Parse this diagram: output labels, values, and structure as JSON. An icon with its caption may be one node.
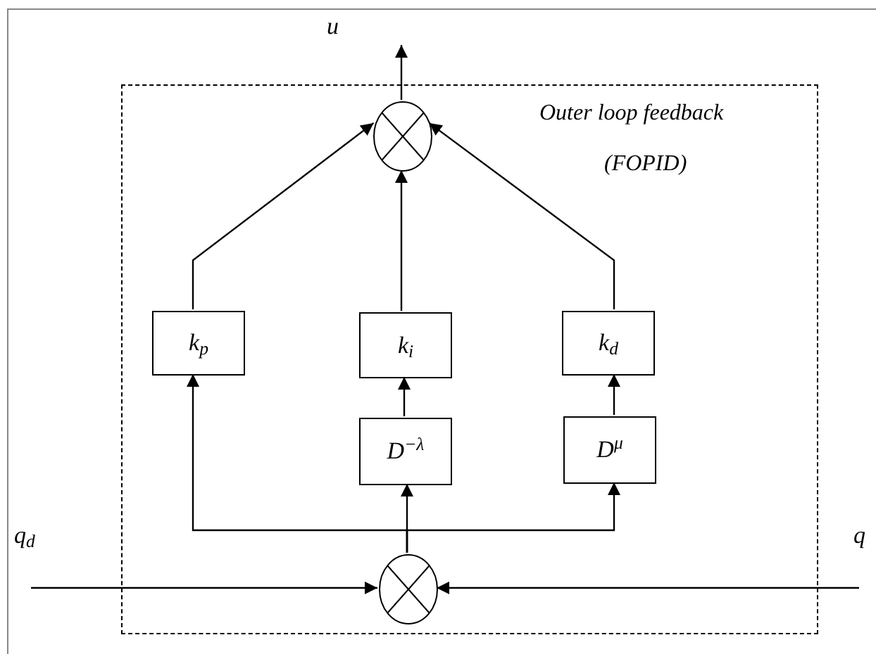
{
  "diagram": {
    "nodes": [
      {
        "text": [
          "Outer loop feedback",
          "(FOPID)"
        ]
      },
      {
        "text": [],
        "shape": "circle",
        "in": 0
      },
      {
        "text": [
          "k$_{p}$"
        ],
        "in": 0
      },
      {
        "text": [
          "k$_{i}$"
        ],
        "in": 0
      },
      {
        "text": [
          "k$_{d}$"
        ],
        "in": 0
      },
      {
        "text": [
          "D$^{−λ}$"
        ],
        "in": 0
      },
      {
        "text": [
          "D$^{μ}$"
        ],
        "in": 0
      },
      {
        "text": [],
        "shape": "circle",
        "in": 0
      },
      {
        "text": [
          "u"
        ]
      },
      {
        "text": [
          "q$_{d}$"
        ]
      },
      {
        "text": [
          "q"
        ]
      }
    ],
    "edges": [
      {
        "from": 1,
        "to": 8,
        "arrow": "to"
      },
      {
        "from": 2,
        "to": 1,
        "arrow": "to"
      },
      {
        "from": 3,
        "to": 1,
        "arrow": "to"
      },
      {
        "from": 4,
        "to": 1,
        "arrow": "to"
      },
      {
        "from": 5,
        "to": 3,
        "arrow": "to"
      },
      {
        "from": 6,
        "to": 4,
        "arrow": "to"
      },
      {
        "from": 7,
        "to": 2,
        "arrow": "to"
      },
      {
        "from": 7,
        "to": 5,
        "arrow": "to"
      },
      {
        "from": 7,
        "to": 6,
        "arrow": "to"
      },
      {
        "from": 9,
        "to": 7,
        "arrow": "to"
      },
      {
        "from": 10,
        "to": 7,
        "arrow": "to"
      }
    ]
  }
}
